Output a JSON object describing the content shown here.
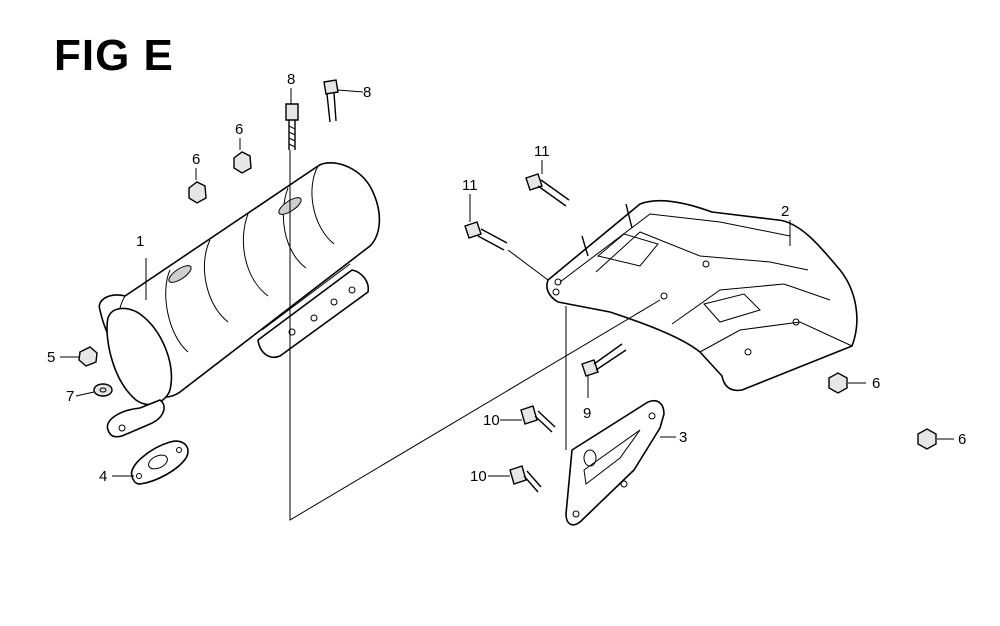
{
  "figure": {
    "title": "FIG E"
  },
  "callouts": [
    {
      "id": "c1",
      "text": "1"
    },
    {
      "id": "c2",
      "text": "2"
    },
    {
      "id": "c3",
      "text": "3"
    },
    {
      "id": "c4",
      "text": "4"
    },
    {
      "id": "c5",
      "text": "5"
    },
    {
      "id": "c6a",
      "text": "6"
    },
    {
      "id": "c6b",
      "text": "6"
    },
    {
      "id": "c6c",
      "text": "6"
    },
    {
      "id": "c6d",
      "text": "6"
    },
    {
      "id": "c7",
      "text": "7"
    },
    {
      "id": "c8a",
      "text": "8"
    },
    {
      "id": "c8b",
      "text": "8"
    },
    {
      "id": "c9",
      "text": "9"
    },
    {
      "id": "c10a",
      "text": "10"
    },
    {
      "id": "c10b",
      "text": "10"
    },
    {
      "id": "c11a",
      "text": "11"
    },
    {
      "id": "c11b",
      "text": "11"
    }
  ]
}
